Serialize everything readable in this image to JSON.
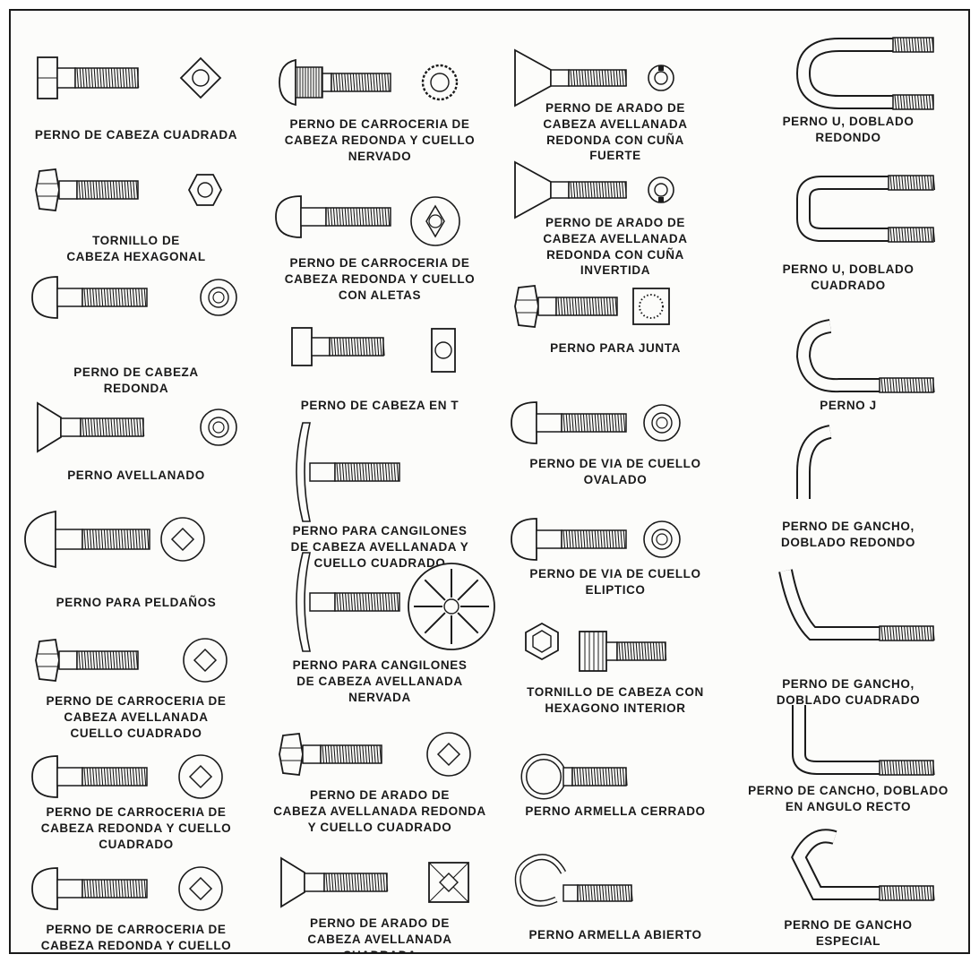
{
  "items": [
    {
      "id": "cuadrada",
      "label": "PERNO DE CABEZA CUADRADA",
      "head": "square",
      "end": "square-nut"
    },
    {
      "id": "hexagonal",
      "label": "TORNILLO DE\nCABEZA HEXAGONAL",
      "head": "hex",
      "end": "hex-nut"
    },
    {
      "id": "redonda",
      "label": "PERNO DE CABEZA\nREDONDA",
      "head": "round",
      "end": "round-washer"
    },
    {
      "id": "avellanado",
      "label": "PERNO AVELLANADO",
      "head": "countersunk",
      "end": "round-washer"
    },
    {
      "id": "peldanos",
      "label": "PERNO PARA PELDAÑOS",
      "head": "big-dome",
      "end": "square-in-circle"
    },
    {
      "id": "carr-avell-cuello",
      "label": "PERNO DE CARROCERIA DE\nCABEZA AVELLANADA\nCUELLO CUADRADO",
      "head": "hex",
      "end": "square-in-circle"
    },
    {
      "id": "carr-redonda-cuello",
      "label": "PERNO DE CARROCERIA DE\nCABEZA REDONDA Y CUELLO\nCUADRADO",
      "head": "round",
      "end": "square-in-circle"
    },
    {
      "id": "carr-redonda-corto",
      "label": "PERNO DE CARROCERIA DE\nCABEZA REDONDA Y CUELLO\nCUADRADO CORTO",
      "head": "round",
      "end": "square-in-circle"
    },
    {
      "id": "carr-nervado",
      "label": "PERNO DE CARROCERIA DE\nCABEZA REDONDA Y CUELLO\nNERVADO",
      "head": "ribbed",
      "end": "gear-washer"
    },
    {
      "id": "carr-aletas",
      "label": "PERNO DE CARROCERIA DE\nCABEZA REDONDA Y CUELLO\nCON ALETAS",
      "head": "round",
      "end": "finned-washer"
    },
    {
      "id": "cabeza-t",
      "label": "PERNO DE CABEZA EN T",
      "head": "tee",
      "end": "tee-side"
    },
    {
      "id": "cangilones-cuadrado",
      "label": "PERNO PARA CANGILONES\nDE CABEZA AVELLANADA Y\nCUELLO CUADRADO",
      "head": "flat-disc",
      "end": "none"
    },
    {
      "id": "cangilones-nervada",
      "label": "PERNO PARA CANGILONES\nDE CABEZA AVELLANADA\nNERVADA",
      "head": "flat-disc",
      "end": "star-disc"
    },
    {
      "id": "arado-redonda-cuello",
      "label": "PERNO DE ARADO DE\nCABEZA AVELLANADA REDONDA\nY CUELLO CUADRADO",
      "head": "hex",
      "end": "square-in-circle"
    },
    {
      "id": "arado-cuadrada",
      "label": "PERNO DE ARADO DE\nCABEZA AVELLANADA\nCUADRADA",
      "head": "countersunk",
      "end": "square-x"
    },
    {
      "id": "arado-cuna-fuerte",
      "label": "PERNO DE ARADO DE\nCABEZA AVELLANADA\nREDONDA CON CUÑA\nFUERTE",
      "head": "countersunk-big",
      "end": "key-washer"
    },
    {
      "id": "arado-cuna-invertida",
      "label": "PERNO DE ARADO DE\nCABEZA AVELLANADA\nREDONDA CON CUÑA\nINVERTIDA",
      "head": "countersunk-big",
      "end": "key-washer-down"
    },
    {
      "id": "junta",
      "label": "PERNO PARA JUNTA",
      "head": "hex",
      "end": "dotted-square"
    },
    {
      "id": "via-ovalado",
      "label": "PERNO DE VIA DE CUELLO\nOVALADO",
      "head": "round",
      "end": "round-washer"
    },
    {
      "id": "via-eliptico",
      "label": "PERNO DE VIA DE CUELLO\nELIPTICO",
      "head": "round",
      "end": "round-washer"
    },
    {
      "id": "hex-interior",
      "label": "TORNILLO DE CABEZA CON\nHEXAGONO INTERIOR",
      "head": "socket",
      "end": "socket-top"
    },
    {
      "id": "armella-cerrado",
      "label": "PERNO ARMELLA CERRADO",
      "head": "eye-closed",
      "end": "none"
    },
    {
      "id": "armella-abierto",
      "label": "PERNO ARMELLA ABIERTO",
      "head": "eye-open",
      "end": "none"
    },
    {
      "id": "u-redondo",
      "label": "PERNO U, DOBLADO\nREDONDO",
      "head": "u-round",
      "end": "none"
    },
    {
      "id": "u-cuadrado",
      "label": "PERNO U, DOBLADO\nCUADRADO",
      "head": "u-square",
      "end": "none"
    },
    {
      "id": "perno-j",
      "label": "PERNO J",
      "head": "j-hook",
      "end": "none"
    },
    {
      "id": "gancho-redondo",
      "label": "PERNO DE GANCHO,\nDOBLADO REDONDO",
      "head": "hook-round",
      "end": "none"
    },
    {
      "id": "gancho-cuadrado",
      "label": "PERNO DE GANCHO,\nDOBLADO CUADRADO",
      "head": "hook-square",
      "end": "none"
    },
    {
      "id": "gancho-recto",
      "label": "PERNO DE CANCHO, DOBLADO\nEN ANGULO RECTO",
      "head": "hook-right",
      "end": "none"
    },
    {
      "id": "gancho-especial",
      "label": "PERNO DE GANCHO\nESPECIAL",
      "head": "hook-special",
      "end": "none"
    }
  ],
  "colors": {
    "ink": "#1a1a1a",
    "paper": "#fcfcfa",
    "shade": "#8a8a8a"
  }
}
